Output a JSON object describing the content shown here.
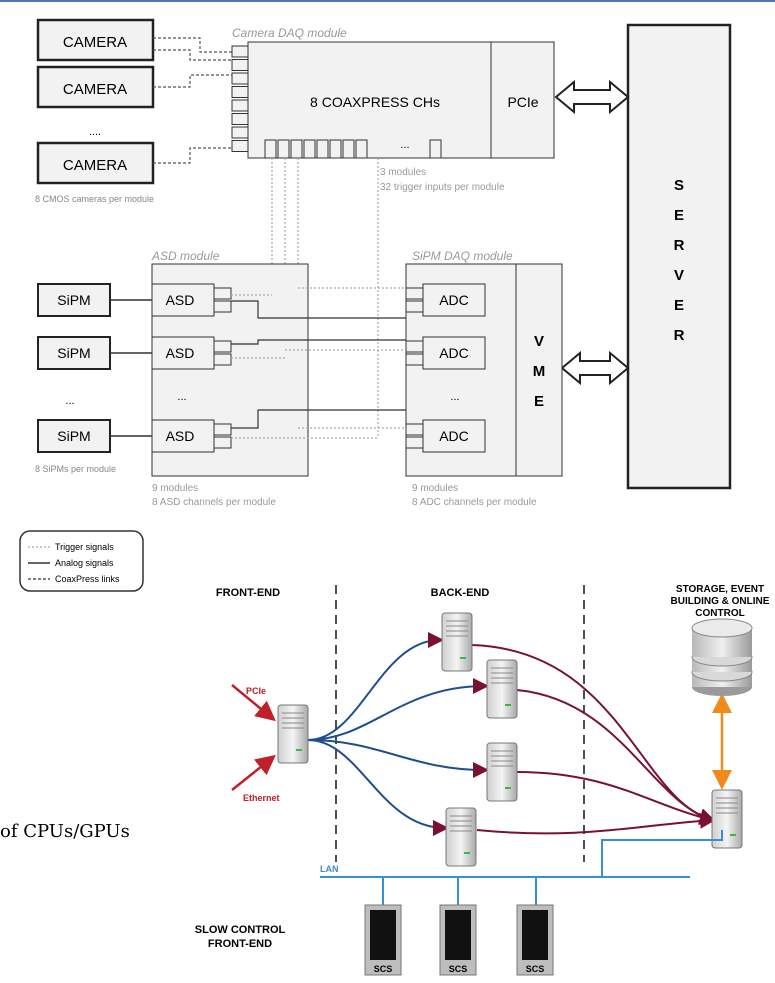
{
  "top": {
    "camera_daq": {
      "title": "Camera DAQ module",
      "main_label": "8 COAXPRESS CHs",
      "pcie_label": "PCIe",
      "dots": "...",
      "note_line1": "3 modules",
      "note_line2": "32 trigger inputs per module"
    },
    "cameras": {
      "items": [
        "CAMERA",
        "CAMERA",
        "CAMERA"
      ],
      "ellipsis": "....",
      "note": "8 CMOS cameras per module"
    },
    "server": {
      "letters": [
        "S",
        "E",
        "R",
        "V",
        "E",
        "R"
      ]
    },
    "asd_module": {
      "title": "ASD module",
      "items": [
        "ASD",
        "ASD",
        "ASD"
      ],
      "dots": "...",
      "note_line1": "9 modules",
      "note_line2": "8 ASD channels per module"
    },
    "sipms": {
      "items": [
        "SiPM",
        "SiPM",
        "SiPM"
      ],
      "ellipsis": "...",
      "note": "8 SiPMs per module"
    },
    "sipm_daq": {
      "title": "SiPM DAQ module",
      "items": [
        "ADC",
        "ADC",
        "ADC"
      ],
      "dots": "...",
      "vme_letters": [
        "V",
        "M",
        "E"
      ],
      "note_line1": "9 modules",
      "note_line2": "8 ADC channels per module"
    },
    "legend": {
      "items": [
        "Trigger signals",
        "Analog signals",
        "CoaxPress links"
      ]
    }
  },
  "bottom": {
    "front_end_label": "FRONT-END",
    "back_end_label": "BACK-END",
    "storage_label": [
      "STORAGE, EVENT",
      "BUILDING & ONLINE",
      "CONTROL"
    ],
    "pcie_label": "PCIe",
    "ethernet_label": "Ethernet",
    "side_text": "of CPUs/GPUs",
    "lan_label": "LAN",
    "slow_control_label": [
      "SLOW CONTROL",
      "FRONT-END"
    ],
    "scs_items": [
      "SCS",
      "SCS",
      "SCS"
    ]
  },
  "colors": {
    "blue_link": "#1f4e8f",
    "red_link": "#7a1130",
    "orange_link": "#f08a1c",
    "lan": "#3a8fd0",
    "arrow_red": "#c0202a",
    "module_fill": "#f2f2f2"
  }
}
